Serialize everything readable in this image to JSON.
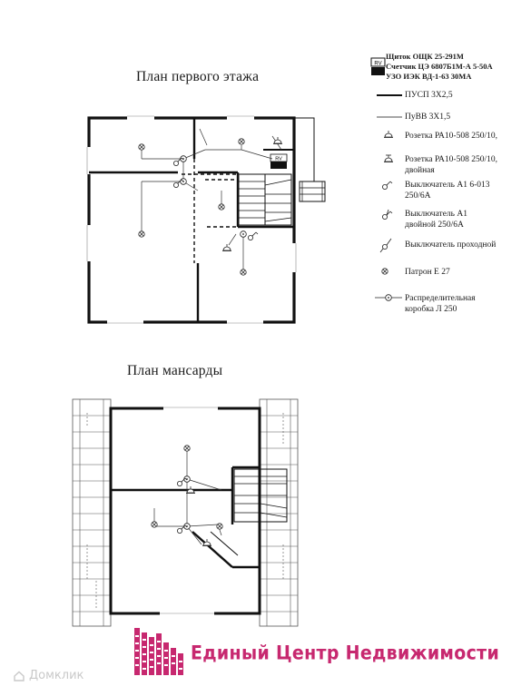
{
  "titles": {
    "floor1": "План первого этажа",
    "attic": "План мансарды"
  },
  "spec": {
    "panel_tag": "RV",
    "line1": "Щиток ОЩК 25-291М",
    "line2": "Счетчик ЦЭ 6807Б1М-А 5-50А",
    "line3": "УЗО ИЭК ВД-1-63 30МА"
  },
  "legend": {
    "items": [
      {
        "key": "pusp",
        "text": "ПУСП 3Х2,5"
      },
      {
        "key": "puvv",
        "text": "ПуВВ 3Х1,5"
      },
      {
        "key": "socket",
        "text": "Розетка РА10-508 250/10,"
      },
      {
        "key": "socket-double",
        "text": "Розетка РА10-508 250/10,"
      },
      {
        "key": "socket-double-2",
        "text": "двойная"
      },
      {
        "key": "switch",
        "text": "Выключатель А1 6-013"
      },
      {
        "key": "switch-2",
        "text": "250/6А"
      },
      {
        "key": "switch-double",
        "text": "Выключатель А1"
      },
      {
        "key": "switch-double-2",
        "text": "двойной  250/6А"
      },
      {
        "key": "switch-pass",
        "text": "Выключатель проходной"
      },
      {
        "key": "lamp",
        "text": "Патрон Е 27"
      },
      {
        "key": "box",
        "text": "Распределительная"
      },
      {
        "key": "box-2",
        "text": "коробка Л 250"
      }
    ]
  },
  "plan_tag": "RV",
  "logo": {
    "text": "Единый Центр Недвижимости",
    "color": "#c7286f"
  },
  "watermark": {
    "text": "Домклик"
  }
}
